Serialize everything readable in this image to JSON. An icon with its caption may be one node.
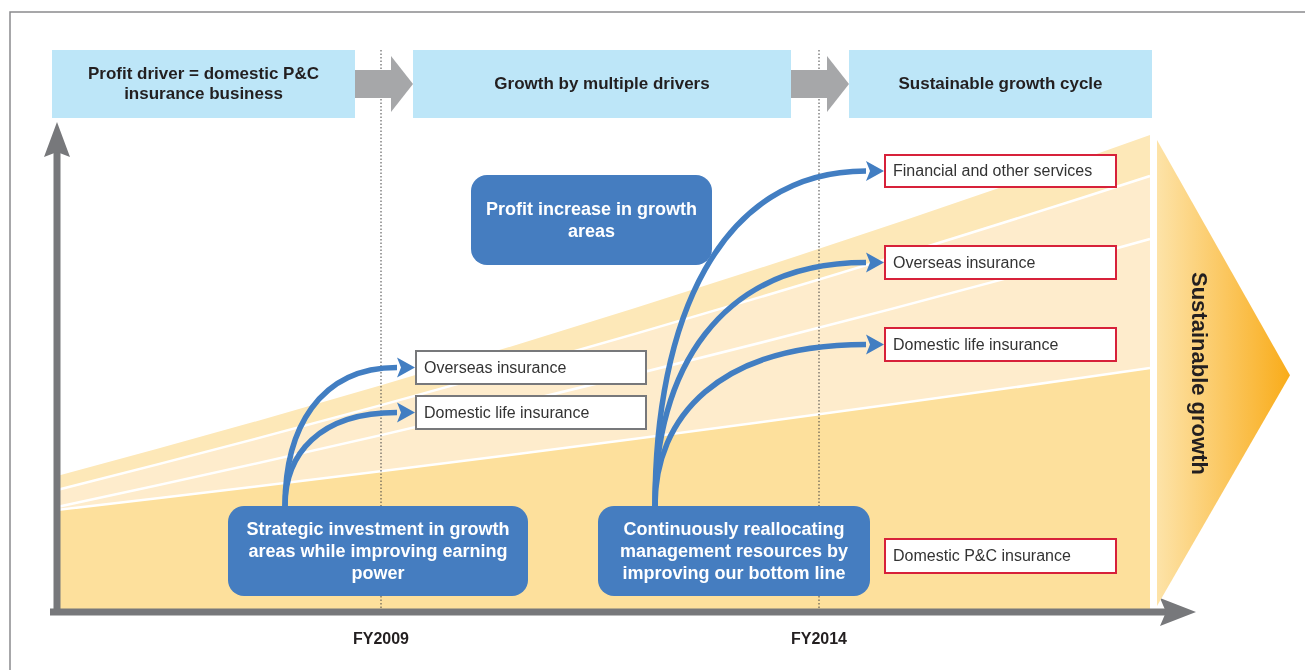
{
  "diagram": {
    "nodes": [
      {
        "text": [
          "Profit driver = domestic P&C insurance business"
        ]
      },
      {
        "text": [
          "Growth by multiple drivers"
        ]
      },
      {
        "text": [
          "Sustainable growth cycle"
        ]
      },
      {
        "text": [
          "Profit increase in growth areas"
        ]
      },
      {
        "text": [
          "Overseas insurance"
        ]
      },
      {
        "text": [
          "Domestic life insurance"
        ]
      },
      {
        "text": [
          "Strategic investment in growth areas while improving earning power"
        ]
      },
      {
        "text": [
          "Continuously reallocating management resources by improving our bottom line"
        ]
      },
      {
        "text": [
          "Financial and other services"
        ]
      },
      {
        "text": [
          "Overseas insurance"
        ]
      },
      {
        "text": [
          "Domestic life insurance"
        ]
      },
      {
        "text": [
          "Domestic P&C insurance"
        ]
      },
      {
        "text": [
          "Sustainable growth"
        ]
      }
    ],
    "edges": [
      {
        "from": 0,
        "to": 1,
        "arrow": "to",
        "style": "thick",
        "color": "#a6a7a9"
      },
      {
        "from": 1,
        "to": 2,
        "arrow": "to",
        "style": "thick",
        "color": "#a6a7a9"
      },
      {
        "from": 6,
        "to": 4,
        "arrow": "to"
      },
      {
        "from": 6,
        "to": 5,
        "arrow": "to"
      },
      {
        "from": 7,
        "to": 8,
        "arrow": "to"
      },
      {
        "from": 7,
        "to": 9,
        "arrow": "to"
      },
      {
        "from": 7,
        "to": 10,
        "arrow": "to"
      }
    ],
    "labels": [
      "FY2009",
      "FY2014"
    ]
  }
}
